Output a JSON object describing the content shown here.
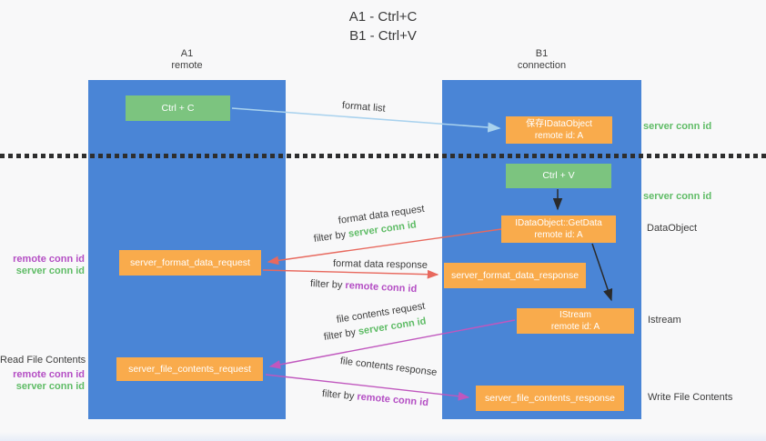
{
  "title": {
    "line1": "A1 - Ctrl+C",
    "line2": "B1 - Ctrl+V"
  },
  "colors": {
    "column_blue": "#4a85d6",
    "node_green": "#7cc47f",
    "node_orange": "#f9ab4c",
    "arrow_light_blue": "#a9d2ee",
    "arrow_red": "#e8695e",
    "arrow_magenta": "#c057be",
    "arrow_black": "#2a2a2a",
    "label_green": "#5fbc66",
    "label_purple": "#b44ec4"
  },
  "columns": {
    "left": {
      "name": "A1",
      "role": "remote"
    },
    "right": {
      "name": "B1",
      "role": "connection"
    }
  },
  "nodes": {
    "ctrl_c": {
      "label": "Ctrl + C"
    },
    "save_idataobject": {
      "line1": "保存IDataObject",
      "line2": "remote id: A"
    },
    "ctrl_v": {
      "label": "Ctrl + V"
    },
    "getdata": {
      "line1": "IDataObject::GetData",
      "line2": "remote id: A"
    },
    "format_request": {
      "label": "server_format_data_request"
    },
    "format_response": {
      "label": "server_format_data_response"
    },
    "istream": {
      "line1": "IStream",
      "line2": "remote id: A"
    },
    "file_request": {
      "label": "server_file_contents_request"
    },
    "file_response": {
      "label": "server_file_contents_response"
    }
  },
  "side_labels": {
    "server_conn_id_top": "server conn id",
    "server_conn_id_mid": "server conn id",
    "dataobject": "DataObject",
    "istream": "Istream",
    "write_file_contents": "Write File Contents",
    "read_file_contents": "Read File Contents",
    "block1": {
      "remote": "remote conn id",
      "server": "server conn id"
    },
    "block2": {
      "remote": "remote conn id",
      "server": "server conn id"
    }
  },
  "arrow_labels": {
    "format_list": "format list",
    "format_data_request": "format data request",
    "format_data_response": "format data response",
    "file_contents_request": "file contents request",
    "file_contents_response": "file contents response",
    "filter_by": "filter by ",
    "server_conn_id": "server conn id",
    "remote_conn_id": "remote conn id"
  }
}
